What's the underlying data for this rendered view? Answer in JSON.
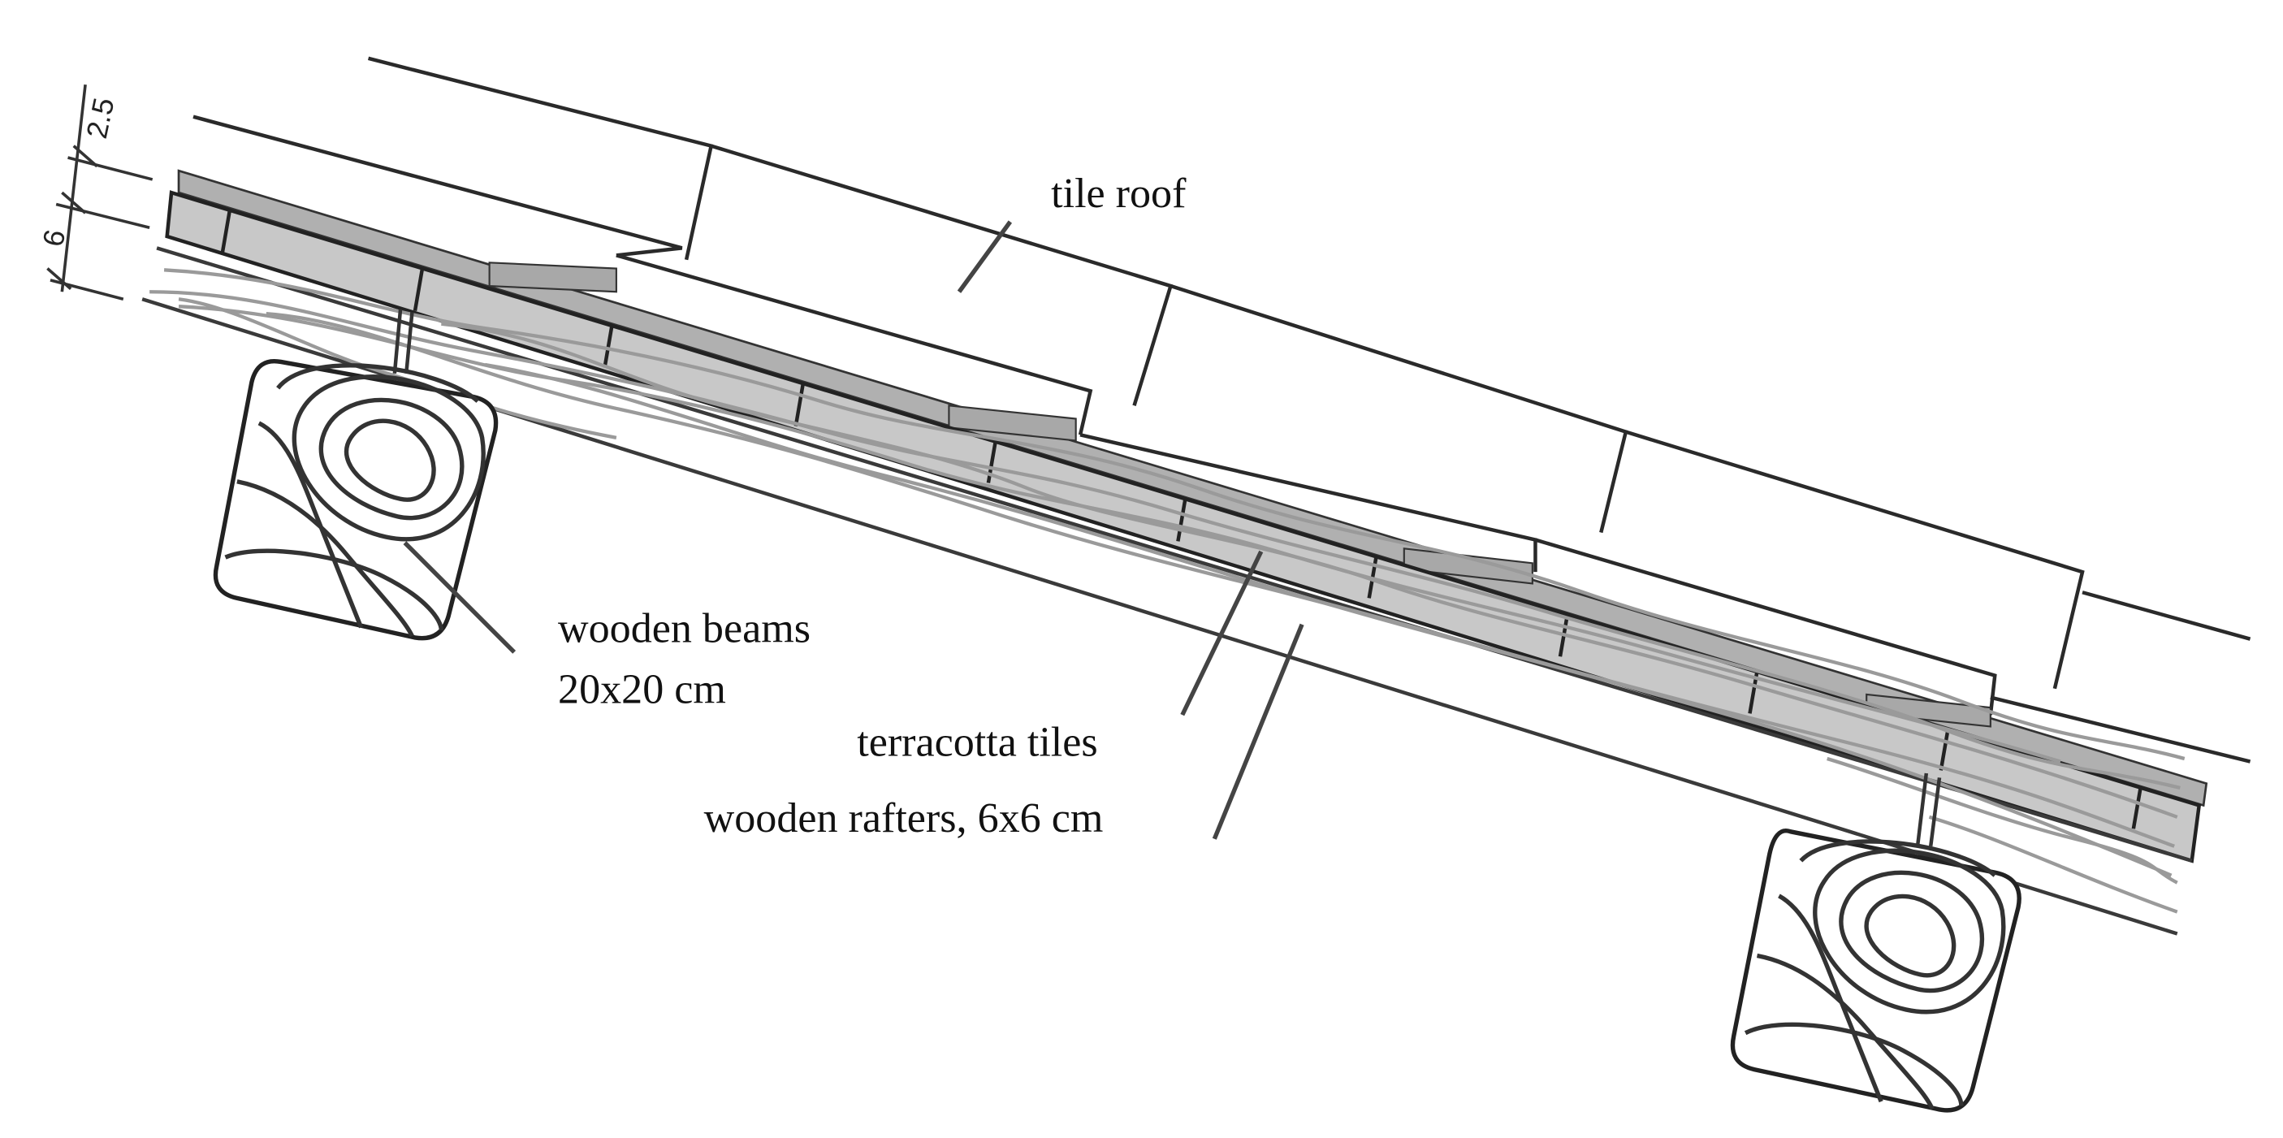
{
  "diagram": {
    "labels": {
      "tile_roof": "tile roof",
      "wooden_beams_line1": "wooden beams",
      "wooden_beams_line2": "20x20 cm",
      "terracotta_tiles": "terracotta tiles",
      "wooden_rafters": "wooden rafters, 6x6 cm"
    },
    "dimensions": {
      "top": "2.5",
      "bottom": "6"
    },
    "colors": {
      "line": "#2a2a2a",
      "tile_fill": "#c8c8c8",
      "membrane_fill": "#b0b0b0",
      "grain": "#9a9a9a",
      "background": "#ffffff"
    }
  }
}
